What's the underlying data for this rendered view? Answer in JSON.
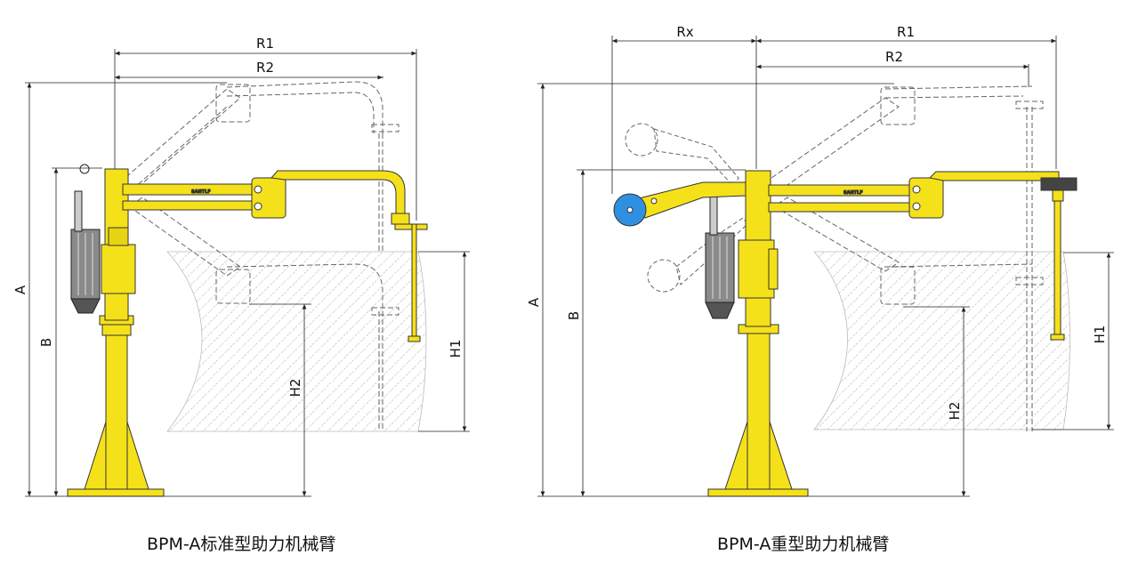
{
  "diagrams": [
    {
      "caption": "BPM-A标准型助力机械臂",
      "brand_logo": "SANTLF",
      "dimensions": {
        "r1": "R1",
        "r2": "R2",
        "a": "A",
        "b": "B",
        "h1": "H1",
        "h2": "H2"
      }
    },
    {
      "caption": "BPM-A重型助力机械臂",
      "brand_logo": "SANTLF",
      "dimensions": {
        "rx": "Rx",
        "r1": "R1",
        "r2": "R2",
        "a": "A",
        "b": "B",
        "h1": "H1",
        "h2": "H2"
      }
    }
  ],
  "colors": {
    "arm_yellow": "#f5e11a",
    "outline": "#333333",
    "counterweight_blue": "#2f8fe0",
    "cylinder_grey": "#8a8a8a"
  }
}
